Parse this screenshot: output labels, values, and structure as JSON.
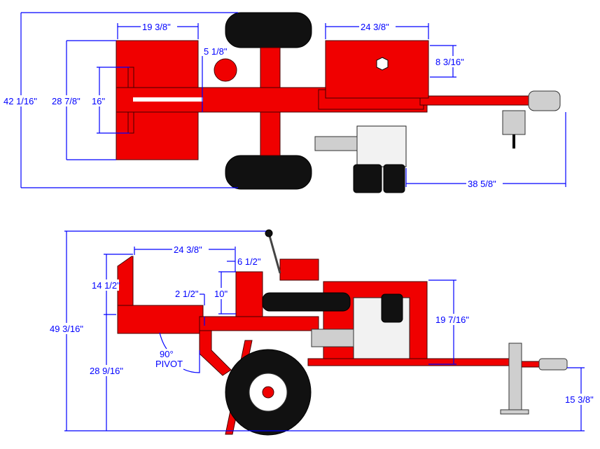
{
  "top_view": {
    "dims": {
      "overall_width": "42 1/16\"",
      "plate_width": "28 7/8\"",
      "wedge_height": "16\"",
      "plate_length": "19 3/8\"",
      "offset": "5 1/8\"",
      "tank_length": "24 3/8\"",
      "tank_width": "8 3/16\"",
      "hitch_length": "38 5/8\""
    }
  },
  "side_view": {
    "dims": {
      "overall_height": "49 3/16\"",
      "stroke_length": "24 3/8\"",
      "offset": "6 1/2\"",
      "wedge_height": "14 1/2\"",
      "clearance": "2 1/2\"",
      "block_height": "10\"",
      "tank_height": "19 7/16\"",
      "pivot_height": "28 9/16\"",
      "tongue_height": "15 3/8\""
    },
    "pivot_angle": "90°",
    "pivot_label": "PIVOT"
  },
  "colors": {
    "frame": "#f00000",
    "dimension": "#0000ff",
    "tire": "#111111"
  }
}
